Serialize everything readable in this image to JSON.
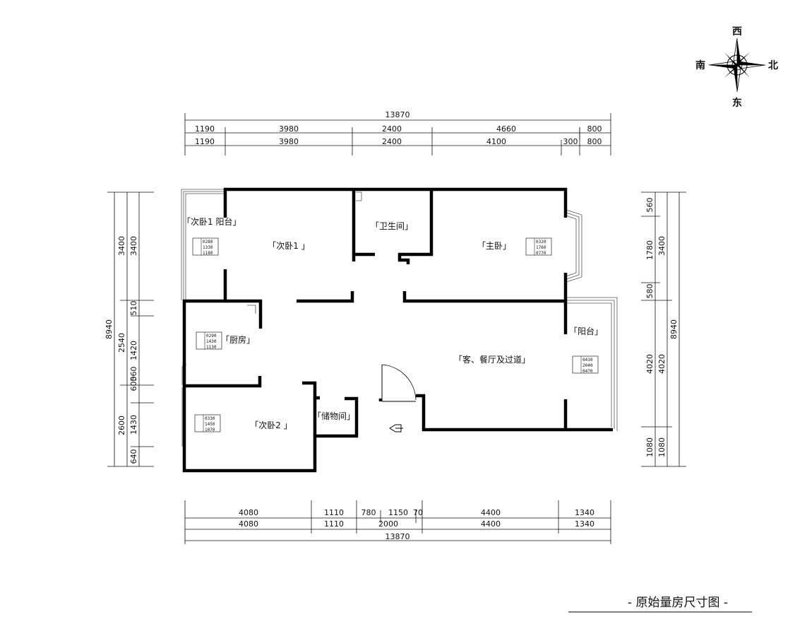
{
  "compass": {
    "top": "西",
    "left": "南",
    "right": "北",
    "bottom": "东"
  },
  "title": "- 原始量房尺寸图 -",
  "dims": {
    "top_total": "13870",
    "top_row1": [
      "1190",
      "3980",
      "2400",
      "4660",
      "800"
    ],
    "top_row2": [
      "1190",
      "3980",
      "2400",
      "4100",
      "300",
      "800"
    ],
    "bottom_row1": [
      "4080",
      "1110",
      "780",
      "1150",
      "70",
      "4400",
      "1340"
    ],
    "bottom_row2": [
      "4080",
      "1110",
      "2000",
      "4400",
      "1340"
    ],
    "bottom_total": "13870",
    "left_outer": "8940",
    "left_mid": [
      "3400",
      "2540",
      "2600"
    ],
    "left_inner": [
      "3400",
      "510",
      "1420",
      "560",
      "600",
      "1430",
      "640"
    ],
    "right_outer": "8940",
    "right_inner": [
      "3400",
      "4020",
      "1080"
    ],
    "right_seg": [
      "560",
      "1780",
      "580",
      "4020",
      "1080"
    ]
  },
  "rooms": {
    "secondary_bedroom1_balcony": "「次卧1 阳台」",
    "secondary_bedroom1": "「次卧1 」",
    "bathroom": "「卫生间」",
    "master_bedroom": "「主卧」",
    "kitchen": "「厨房」",
    "balcony": "「阳台」",
    "living_dining": "「客、餐厅及过道」",
    "storage": "「储物间」",
    "secondary_bedroom2": "「次卧2 」"
  },
  "tags": {
    "bedroom1": [
      "0280",
      "1330",
      "1180"
    ],
    "master": [
      "0320",
      "1760",
      "0770"
    ],
    "kitchen": [
      "0290",
      "1430",
      "1130"
    ],
    "living": [
      "0410",
      "2040",
      "0470"
    ],
    "bedroom2": [
      "0330",
      "1450",
      "1070"
    ]
  }
}
